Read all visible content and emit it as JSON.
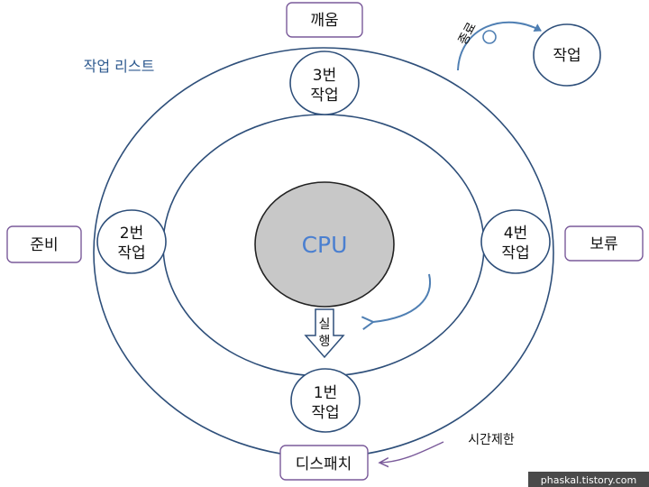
{
  "diagram": {
    "cpu_label": "CPU",
    "job_list_label": "작업 리스트",
    "states": {
      "wakeup": "깨움",
      "ready": "준비",
      "hold": "보류",
      "dispatch": "디스패치"
    },
    "jobs": {
      "job1": [
        "1번",
        "작업"
      ],
      "job2": [
        "2번",
        "작업"
      ],
      "job3": [
        "3번",
        "작업"
      ],
      "job4": [
        "4번",
        "작업"
      ]
    },
    "terminated_job": "작업",
    "execute_label": [
      "실",
      "행"
    ],
    "terminate_label": "종료",
    "time_limit_label": "시간제한",
    "colors": {
      "circle_stroke": "#2e4f7a",
      "purple": "#7a5a9a",
      "arrow_blue": "#4f7fb3",
      "cpu_fill": "#c8c8c8",
      "cpu_text": "#4a7fd0"
    }
  },
  "watermark": "phaskal.tistory.com"
}
